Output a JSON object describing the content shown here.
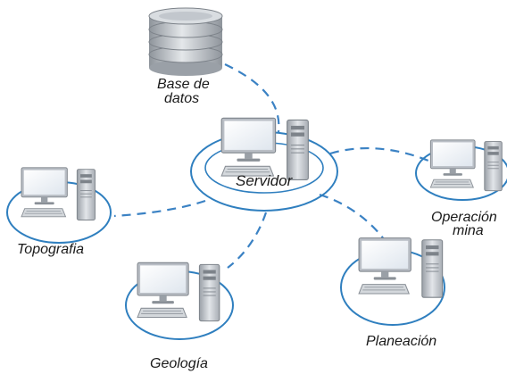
{
  "diagram": {
    "nodes": {
      "database": {
        "label_line1": "Base de",
        "label_line2": "datos",
        "icon": "database-icon"
      },
      "server": {
        "label": "Servidor",
        "icon": "computer-icon"
      },
      "topografia": {
        "label": "Topografia",
        "icon": "computer-icon"
      },
      "geologia": {
        "label": "Geología",
        "icon": "computer-icon"
      },
      "planeacion": {
        "label": "Planeación",
        "icon": "computer-icon"
      },
      "operacion": {
        "label_line1": "Operación",
        "label_line2": "mina",
        "icon": "computer-icon"
      }
    },
    "connections": [
      [
        "database",
        "server"
      ],
      [
        "server",
        "operacion"
      ],
      [
        "server",
        "topografia"
      ],
      [
        "server",
        "geologia"
      ],
      [
        "server",
        "planeacion"
      ]
    ],
    "colors": {
      "link": "#3b82c4",
      "ring": "#2f7fbf",
      "monitor": "#b9bec5",
      "screen": "#eef3f8"
    }
  }
}
